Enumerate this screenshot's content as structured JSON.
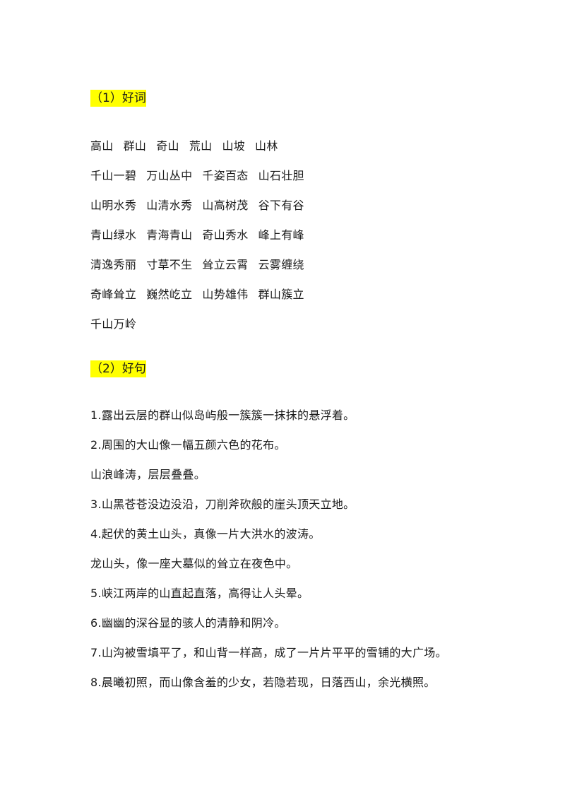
{
  "section1": {
    "heading": "（1）好词",
    "rows": [
      [
        "高山",
        "群山",
        "奇山",
        "荒山",
        "山坡",
        "山林"
      ],
      [
        "千山一碧",
        "万山丛中",
        "千姿百态",
        "山石壮胆"
      ],
      [
        "山明水秀",
        "山清水秀",
        "山高树茂",
        "谷下有谷"
      ],
      [
        "青山绿水",
        "青海青山",
        "奇山秀水",
        "峰上有峰"
      ],
      [
        "清逸秀丽",
        "寸草不生",
        "耸立云霄",
        "云雾缠绕"
      ],
      [
        "奇峰耸立",
        "巍然屹立",
        "山势雄伟",
        "群山簇立"
      ],
      [
        "千山万岭"
      ]
    ]
  },
  "section2": {
    "heading": "（2）好句",
    "sentences": [
      "1.露出云层的群山似岛屿般一簇簇一抹抹的悬浮着。",
      "2.周围的大山像一幅五颜六色的花布。",
      "山浪峰涛，层层叠叠。",
      "3.山黑苍苍没边没沿，刀削斧砍般的崖头顶天立地。",
      "4.起伏的黄土山头，真像一片大洪水的波涛。",
      "龙山头，像一座大墓似的耸立在夜色中。",
      "5.峡江两岸的山直起直落，高得让人头晕。",
      "6.幽幽的深谷显的骇人的清静和阴冷。",
      "7.山沟被雪填平了，和山背一样高，成了一片片平平的雪铺的大广场。",
      "8.晨曦初照，而山像含羞的少女，若隐若现，日落西山，余光横照。"
    ]
  },
  "colors": {
    "highlight": "#ffff00",
    "text": "#1a1a1a"
  }
}
